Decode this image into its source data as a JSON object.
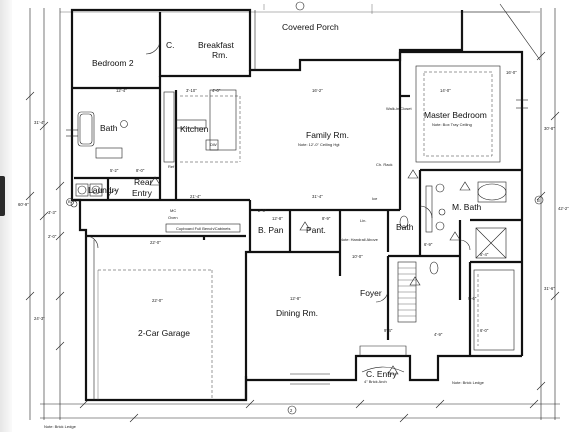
{
  "plan": {
    "rooms": {
      "covered_porch": "Covered Porch",
      "closet_c": "C.",
      "breakfast": "Breakfast",
      "breakfast_rm": "Rm.",
      "bedroom2": "Bedroom 2",
      "bath": "Bath",
      "kitchen": "Kitchen",
      "family": "Family Rm.",
      "family_note": "Note: 12'-0\" Ceiling Hgt",
      "master": "Master Bedroom",
      "master_note": "Note: Box Tray Ceiling",
      "laundry": "Laundry",
      "rear_entry": "Rear",
      "rear_entry2": "Entry",
      "m_bath": "M. Bath",
      "b_pan": "B. Pan",
      "pant": "Pant.",
      "bath2": "Bath",
      "garage": "2-Car Garage",
      "dining": "Dining Rm.",
      "foyer": "Foyer",
      "c_entry": "C. Entry"
    },
    "notes": {
      "cupboard": "Cupboard Full Bench/Cabinets",
      "handrail": "Note: Handrail Above",
      "brick_arch": "4\" Brick Arch",
      "brick_ledge": "Note: Brick Ledge",
      "brick_bottom": "Note: Brick Ledge",
      "mc": "MC",
      "oven": "Oven",
      "dw": "DW",
      "ref": "Ref",
      "walk_in": "Walk-in Closet",
      "lin": "Lin.",
      "ice": "Ice",
      "ch_rack": "Ch. Rack"
    },
    "dimensions": {
      "d_12_4": "12'-4\"",
      "d_3_10": "3'-10\"",
      "d_4_0": "4'-0\"",
      "d_16_2": "16'-2\"",
      "d_14_0": "14'-0\"",
      "d_12_8": "12'-8\"",
      "d_22_0": "22'-0\"",
      "d_22_0b": "22'-0\"",
      "d_12_8b": "12'-8\"",
      "d_31_4": "31'-4\"",
      "d_21_4": "21'-4\"",
      "d_5_2": "5'-2\"",
      "d_8_0": "8'-0\"",
      "d_2_6": "2'-6\"",
      "d_9_6": "9'-6\"",
      "d_6_0": "6'-0\"",
      "d_16_0": "16'-0\"",
      "d_5_4": "5'-4\"",
      "d_6_9": "6'-9\"",
      "d_10_0": "10'-0\"",
      "d_9_4": "9'-4\"",
      "d_8_9": "8'-9\"",
      "d_4_9": "4'-9\"",
      "left_60": "60'-9\"",
      "left_31": "31'-4\"",
      "right_30": "30'-8\"",
      "right_42": "42'-2\"",
      "right_31": "31'-6\"",
      "left_24": "24'-3\"",
      "left_2": "2'-0\"",
      "left_3": "3'-3\""
    },
    "markers": {
      "grid_bottom": "2",
      "grid_right": "B",
      "grid_left_a": "B"
    }
  }
}
